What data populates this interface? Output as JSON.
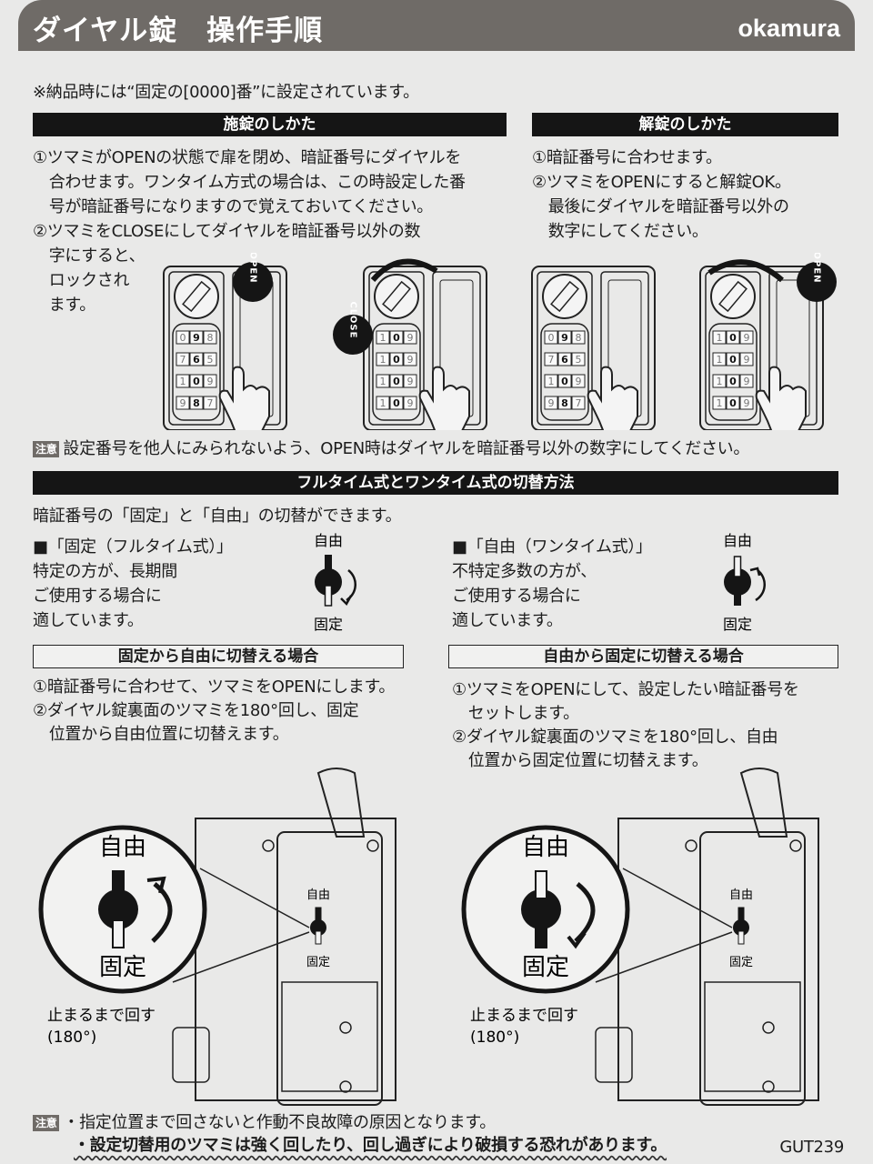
{
  "header": {
    "title": "ダイヤル錠　操作手順",
    "brand": "okamura"
  },
  "note": "※納品時には“固定の[0000]番”に設定されています。",
  "locking": {
    "heading": "施錠のしかた",
    "lines": [
      "①ツマミがOPENの状態で扉を閉め、暗証番号にダイヤルを",
      "　合わせます。ワンタイム方式の場合は、この時設定した番",
      "　号が暗証番号になりますので覚えておいてください。",
      "②ツマミをCLOSEにしてダイヤルを暗証番号以外の数",
      "　字にすると、",
      "　ロックされ",
      "　ます。"
    ]
  },
  "unlocking": {
    "heading": "解錠のしかた",
    "lines": [
      "①暗証番号に合わせます。",
      "②ツマミをOPENにすると解錠OK。",
      "　最後にダイヤルを暗証番号以外の",
      "　数字にしてください。"
    ]
  },
  "locks": [
    {
      "tag": "OPEN",
      "dials": [
        [
          "0",
          "9",
          "8"
        ],
        [
          "7",
          "6",
          "5"
        ],
        [
          "1",
          "0",
          "9"
        ],
        [
          "9",
          "8",
          "7"
        ]
      ]
    },
    {
      "tag": "CLOSE",
      "dials": [
        [
          "1",
          "0",
          "9"
        ],
        [
          "1",
          "0",
          "9"
        ],
        [
          "1",
          "0",
          "9"
        ],
        [
          "1",
          "0",
          "9"
        ]
      ]
    },
    {
      "tag": "",
      "dials": [
        [
          "0",
          "9",
          "8"
        ],
        [
          "7",
          "6",
          "5"
        ],
        [
          "1",
          "0",
          "9"
        ],
        [
          "9",
          "8",
          "7"
        ]
      ]
    },
    {
      "tag": "OPEN",
      "dials": [
        [
          "1",
          "0",
          "9"
        ],
        [
          "1",
          "0",
          "9"
        ],
        [
          "1",
          "0",
          "9"
        ],
        [
          "1",
          "0",
          "9"
        ]
      ]
    }
  ],
  "dial_labels": {
    "close": "CLOSE",
    "open": "OPEN"
  },
  "caution1": {
    "badge": "注意",
    "text": "設定番号を他人にみられないよう、OPEN時はダイヤルを暗証番号以外の数字にしてください。"
  },
  "switch": {
    "heading": "フルタイム式とワンタイム式の切替方法",
    "intro": "暗証番号の「固定」と「自由」の切替ができます。",
    "fixed": {
      "title": "■「固定（フルタイム式）」",
      "lines": [
        "特定の方が、長期間",
        "ご使用する場合に",
        "適しています。"
      ],
      "top": "自由",
      "bottom": "固定"
    },
    "free": {
      "title": "■「自由（ワンタイム式）」",
      "lines": [
        "不特定多数の方が、",
        "ご使用する場合に",
        "適しています。"
      ],
      "top": "自由",
      "bottom": "固定"
    }
  },
  "to_free": {
    "heading": "固定から自由に切替える場合",
    "lines": [
      "①暗証番号に合わせて、ツマミをOPENにします。",
      "②ダイヤル錠裏面のツマミを180°回し、固定",
      "　位置から自由位置に切替えます。"
    ],
    "diagram": {
      "big_top": "自由",
      "big_bottom": "固定",
      "small_top": "自由",
      "small_bottom": "固定",
      "rotate": "止まるまで回す",
      "angle": "(180°)"
    }
  },
  "to_fixed": {
    "heading": "自由から固定に切替える場合",
    "lines": [
      "①ツマミをOPENにして、設定したい暗証番号を",
      "　セットします。",
      "②ダイヤル錠裏面のツマミを180°回し、自由",
      "　位置から固定位置に切替えます。"
    ],
    "diagram": {
      "big_top": "自由",
      "big_bottom": "固定",
      "small_top": "自由",
      "small_bottom": "固定",
      "rotate": "止まるまで回す",
      "angle": "(180°)"
    }
  },
  "caution2": {
    "badge": "注意",
    "lines": [
      "・指定位置まで回さないと作動不良故障の原因となります。",
      "・設定切替用のツマミは強く回したり、回し過ぎにより破損する恐れがあります。"
    ]
  },
  "code": "GUT239"
}
